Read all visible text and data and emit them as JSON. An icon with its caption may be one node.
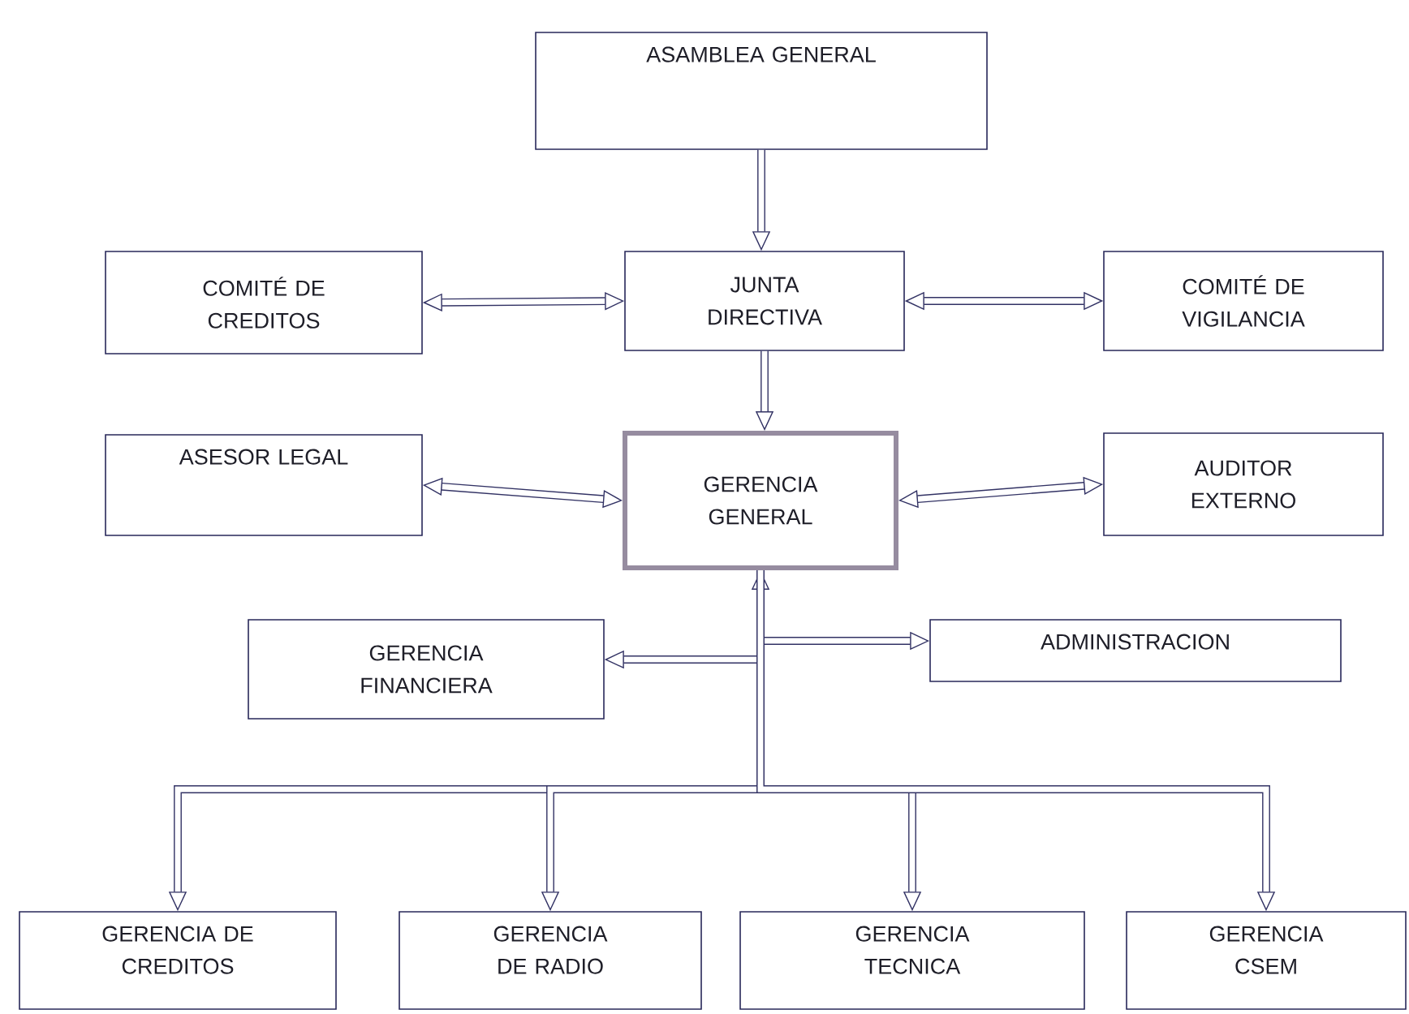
{
  "diagram": {
    "nodes": [
      {
        "text": [
          "ASAMBLEA GENERAL"
        ]
      },
      {
        "text": [
          "COMITÉ DE CREDITOS"
        ]
      },
      {
        "text": [
          "JUNTA DIRECTIVA"
        ]
      },
      {
        "text": [
          "COMITÉ DE VIGILANCIA"
        ]
      },
      {
        "text": [
          "ASESOR LEGAL"
        ]
      },
      {
        "text": [
          "GERENCIA GENERAL"
        ]
      },
      {
        "text": [
          "AUDITOR EXTERNO"
        ]
      },
      {
        "text": [
          "GERENCIA FINANCIERA"
        ]
      },
      {
        "text": [
          "ADMINISTRACION"
        ]
      },
      {
        "text": [
          "GERENCIA DE CREDITOS"
        ]
      },
      {
        "text": [
          "GERENCIA DE RADIO"
        ]
      },
      {
        "text": [
          "GERENCIA TECNICA"
        ]
      },
      {
        "text": [
          "GERENCIA CSEM"
        ]
      }
    ],
    "edges": [
      {
        "from": 0,
        "to": 2,
        "arrow": "to"
      },
      {
        "from": 1,
        "to": 2,
        "arrow": "both"
      },
      {
        "from": 2,
        "to": 3,
        "arrow": "both"
      },
      {
        "from": 2,
        "to": 5,
        "arrow": "to"
      },
      {
        "from": 4,
        "to": 5,
        "arrow": "both"
      },
      {
        "from": 5,
        "to": 6,
        "arrow": "both"
      },
      {
        "from": 5,
        "to": 7,
        "arrow": "to"
      },
      {
        "from": 5,
        "to": 8,
        "arrow": "to"
      },
      {
        "from": 5,
        "to": 9,
        "arrow": "both"
      },
      {
        "from": 5,
        "to": 10,
        "arrow": "to"
      },
      {
        "from": 5,
        "to": 11,
        "arrow": "to"
      },
      {
        "from": 5,
        "to": 12,
        "arrow": "to"
      }
    ]
  }
}
